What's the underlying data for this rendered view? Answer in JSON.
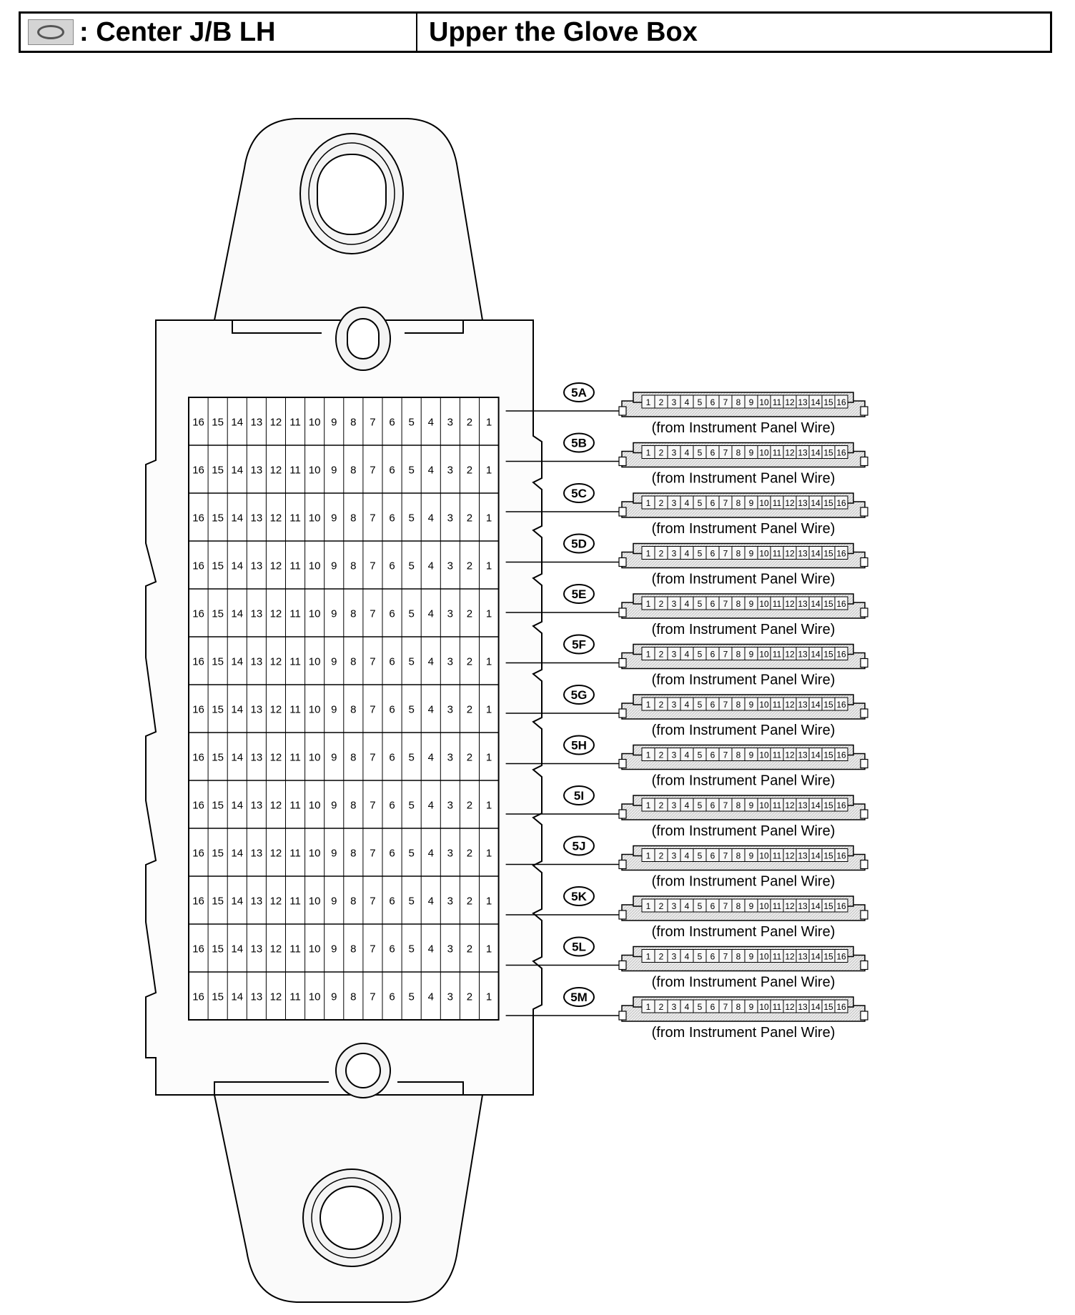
{
  "header": {
    "icon": "junction-block-oval-icon",
    "left_title": ": Center J/B LH",
    "right_title": "Upper the Glove Box"
  },
  "block": {
    "pin_numbers": [
      16,
      15,
      14,
      13,
      12,
      11,
      10,
      9,
      8,
      7,
      6,
      5,
      4,
      3,
      2,
      1
    ],
    "connector_pins": [
      1,
      2,
      3,
      4,
      5,
      6,
      7,
      8,
      9,
      10,
      11,
      12,
      13,
      14,
      15,
      16
    ]
  },
  "connectors": [
    {
      "id": "5A",
      "source": "(from Instrument Panel Wire)"
    },
    {
      "id": "5B",
      "source": "(from Instrument Panel Wire)"
    },
    {
      "id": "5C",
      "source": "(from Instrument Panel Wire)"
    },
    {
      "id": "5D",
      "source": "(from Instrument Panel Wire)"
    },
    {
      "id": "5E",
      "source": "(from Instrument Panel Wire)"
    },
    {
      "id": "5F",
      "source": "(from Instrument Panel Wire)"
    },
    {
      "id": "5G",
      "source": "(from Instrument Panel Wire)"
    },
    {
      "id": "5H",
      "source": "(from Instrument Panel Wire)"
    },
    {
      "id": "5I",
      "source": "(from Instrument Panel Wire)"
    },
    {
      "id": "5J",
      "source": "(from Instrument Panel Wire)"
    },
    {
      "id": "5K",
      "source": "(from Instrument Panel Wire)"
    },
    {
      "id": "5L",
      "source": "(from Instrument Panel Wire)"
    },
    {
      "id": "5M",
      "source": "(from Instrument Panel Wire)"
    }
  ]
}
